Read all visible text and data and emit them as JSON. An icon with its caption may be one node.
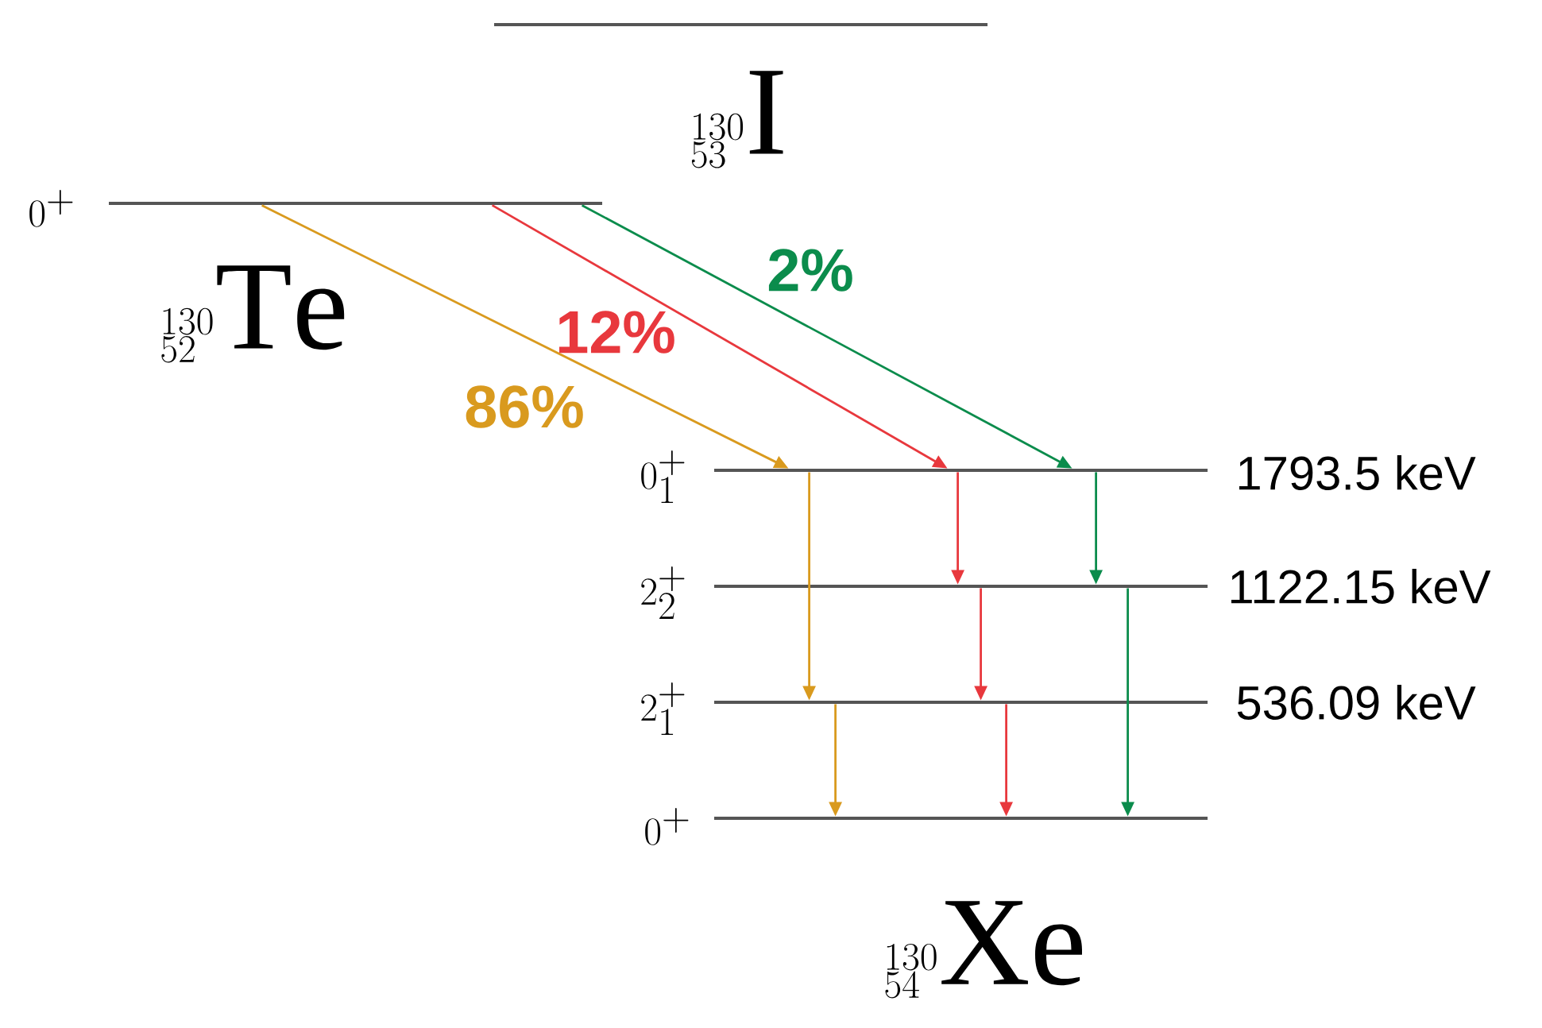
{
  "diagram": {
    "nodes": [
      {
        "text": [
          "^{130}_{53}\\mathrm{I}"
        ]
      },
      {
        "text": [
          "0^{+}",
          "^{130}_{52}\\mathrm{Te}"
        ]
      },
      {
        "text": [
          "0^{+}_{1}",
          "1793.5 keV"
        ]
      },
      {
        "text": [
          "2^{+}_{2}",
          "1122.15 keV"
        ]
      },
      {
        "text": [
          "2^{+}_{1}",
          "536.09 keV"
        ]
      },
      {
        "text": [
          "0^{+}"
        ]
      },
      {
        "text": [
          "^{130}_{54}\\mathrm{Xe}"
        ]
      }
    ],
    "edges": [
      {
        "from": 1,
        "to": 2,
        "arrow": "to",
        "label": "86%",
        "color": "#d99a1e"
      },
      {
        "from": 1,
        "to": 2,
        "arrow": "to",
        "label": "12%",
        "color": "#e8383d"
      },
      {
        "from": 1,
        "to": 2,
        "arrow": "to",
        "label": "2%",
        "color": "#0b8c4c"
      },
      {
        "from": 2,
        "to": 4,
        "arrow": "to",
        "color": "#d99a1e"
      },
      {
        "from": 4,
        "to": 5,
        "arrow": "to",
        "color": "#d99a1e"
      },
      {
        "from": 2,
        "to": 3,
        "arrow": "to",
        "color": "#e8383d"
      },
      {
        "from": 3,
        "to": 4,
        "arrow": "to",
        "color": "#e8383d"
      },
      {
        "from": 4,
        "to": 5,
        "arrow": "to",
        "color": "#e8383d"
      },
      {
        "from": 2,
        "to": 3,
        "arrow": "to",
        "color": "#0b8c4c"
      },
      {
        "from": 3,
        "to": 5,
        "arrow": "to",
        "color": "#0b8c4c"
      }
    ]
  }
}
